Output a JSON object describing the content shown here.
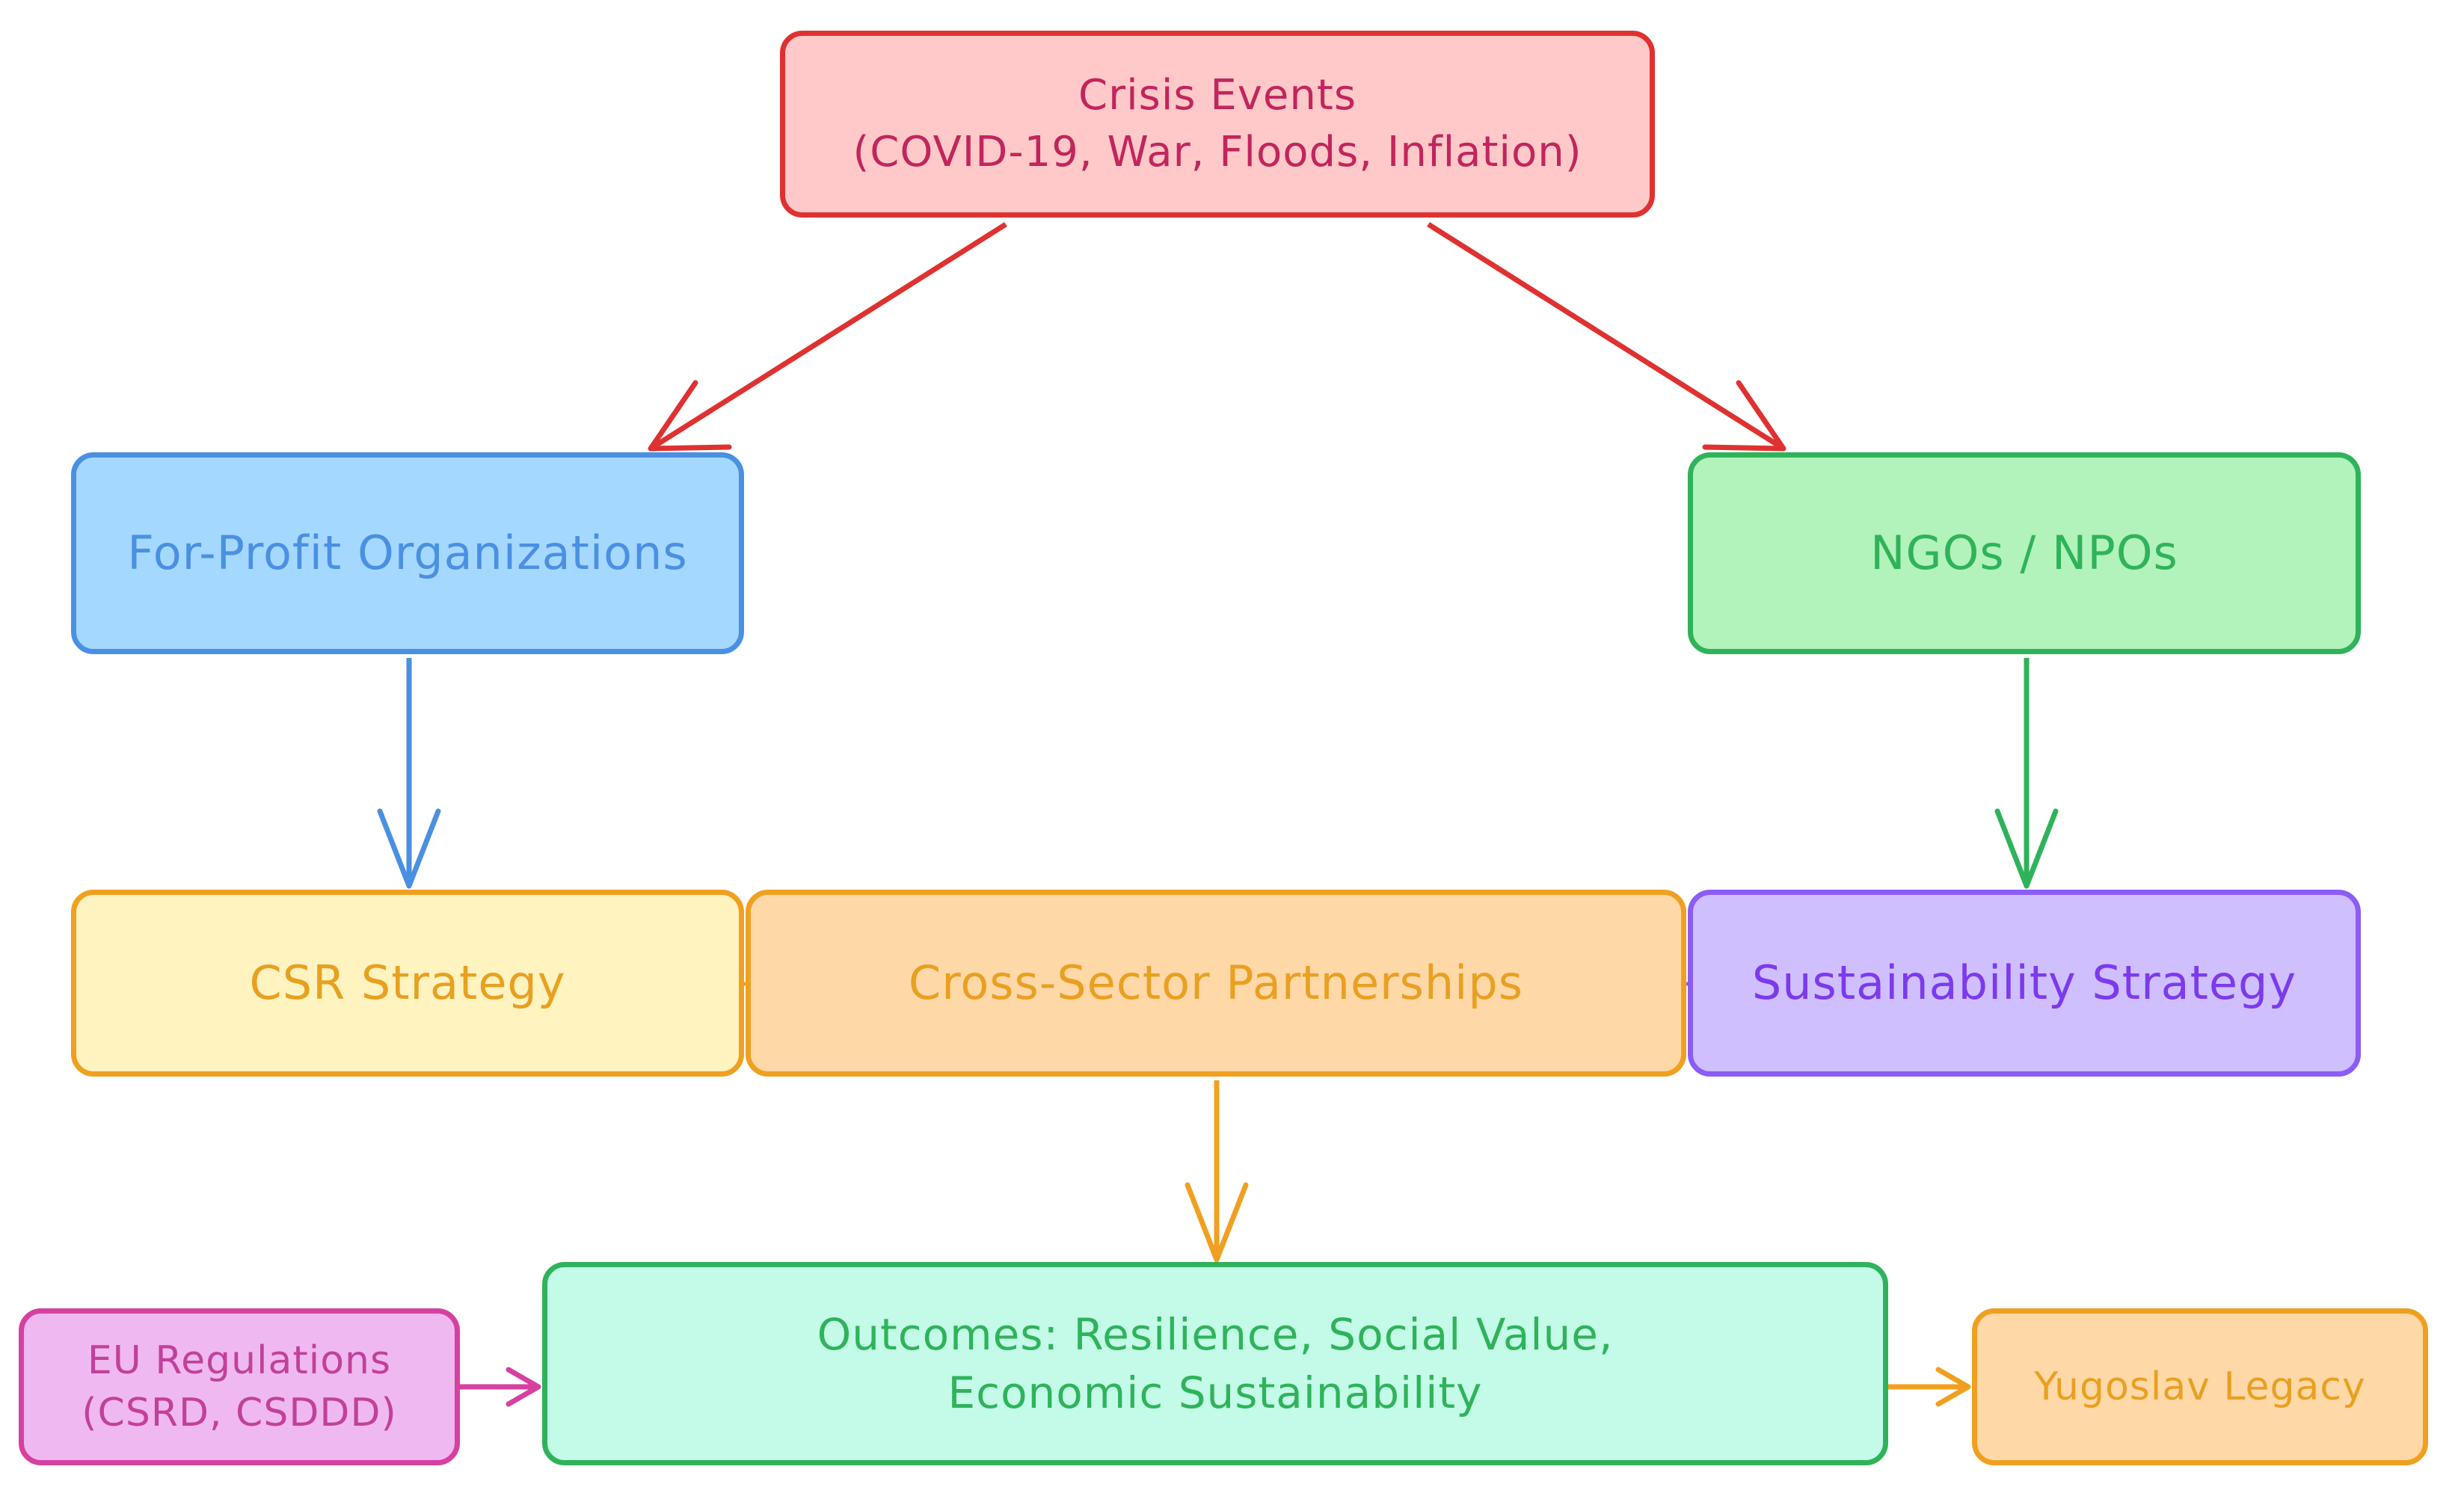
{
  "nodes": {
    "crisis": {
      "line1": "Crisis Events",
      "line2": "(COVID-19, War, Floods, Inflation)",
      "fill": "#ffc9c9",
      "stroke": "#e03131",
      "text": "#c2255c"
    },
    "forprofit": {
      "label": "For-Profit Organizations",
      "fill": "#a5d8ff",
      "stroke": "#4a90e2",
      "text": "#4a90e2"
    },
    "ngo": {
      "label": "NGOs / NPOs",
      "fill": "#b2f2bb",
      "stroke": "#2fb35a",
      "text": "#2fb35a"
    },
    "csr": {
      "label": "CSR Strategy",
      "fill": "#fff3bf",
      "stroke": "#f0a020",
      "text": "#e8a020"
    },
    "cross": {
      "label": "Cross-Sector Partnerships",
      "fill": "#ffd8a8",
      "stroke": "#f0a020",
      "text": "#e8a020"
    },
    "sust": {
      "label": "Sustainability Strategy",
      "fill": "#d0bfff",
      "stroke": "#8b5cf6",
      "text": "#7c3aed"
    },
    "outcomes": {
      "line1": "Outcomes: Resilience, Social Value,",
      "line2": "Economic Sustainability",
      "fill": "#c3fae8",
      "stroke": "#2fb35a",
      "text": "#2fb35a"
    },
    "eu": {
      "line1": "EU Regulations",
      "line2": "(CSRD, CSDDD)",
      "fill": "#f0b8f0",
      "stroke": "#d6409f",
      "text": "#c2409a"
    },
    "yugo": {
      "label": "Yugoslav Legacy",
      "fill": "#ffd8a8",
      "stroke": "#f0a020",
      "text": "#e8a020"
    }
  },
  "edges": [
    {
      "from": "crisis",
      "to": "forprofit",
      "color": "#e03131"
    },
    {
      "from": "crisis",
      "to": "ngo",
      "color": "#e03131"
    },
    {
      "from": "forprofit",
      "to": "csr",
      "color": "#4a90e2"
    },
    {
      "from": "ngo",
      "to": "sust",
      "color": "#2fb35a"
    },
    {
      "from": "cross",
      "to": "csr",
      "color": "#f0a020"
    },
    {
      "from": "cross",
      "to": "sust",
      "color": "#8b5cf6"
    },
    {
      "from": "cross",
      "to": "outcomes",
      "color": "#f0a020"
    },
    {
      "from": "eu",
      "to": "outcomes",
      "color": "#d6409f"
    },
    {
      "from": "outcomes",
      "to": "yugo",
      "color": "#f0a020"
    }
  ]
}
